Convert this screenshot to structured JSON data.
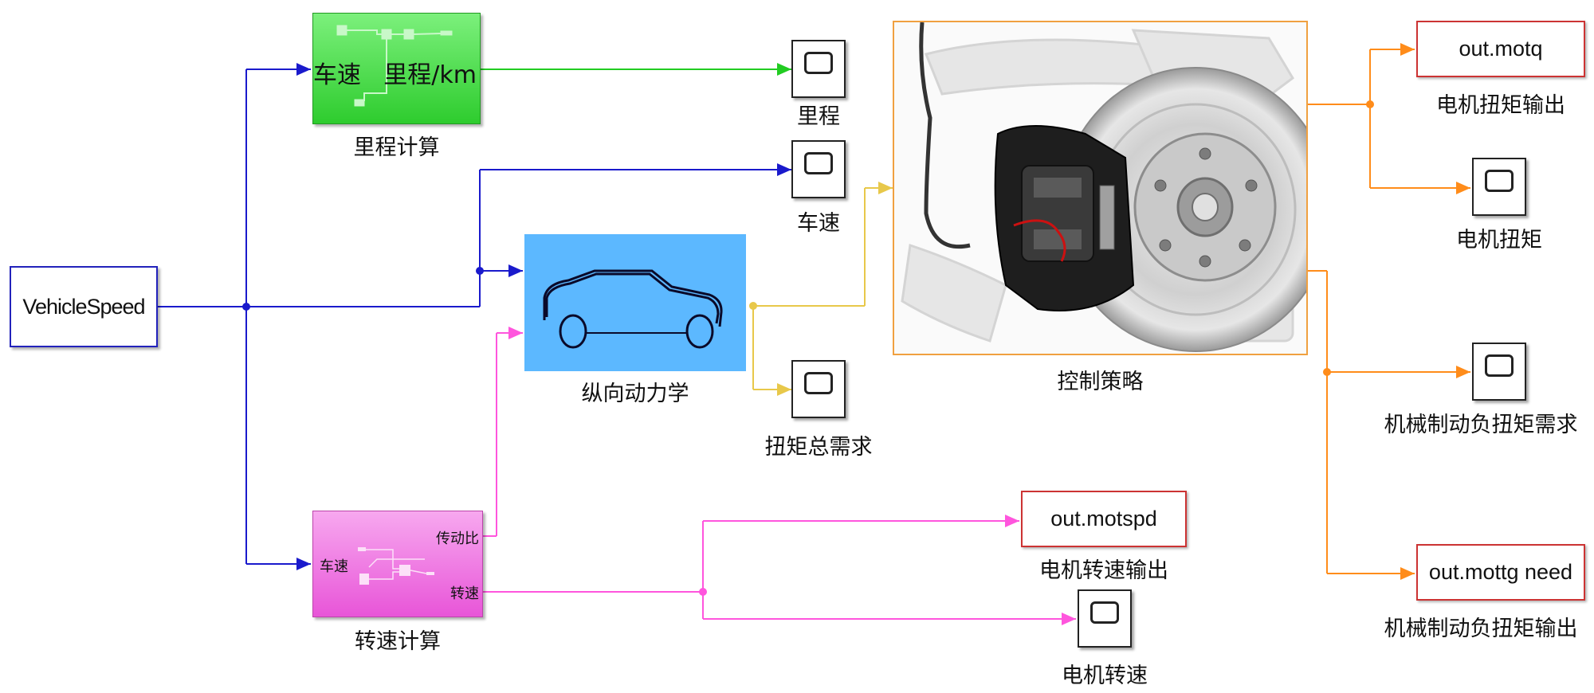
{
  "vehicle_speed": {
    "label": "VehicleSpeed"
  },
  "mileage_calc": {
    "port_in": "车速",
    "port_out": "里程/km",
    "name": "里程计算"
  },
  "scope_mileage": {
    "name": "里程"
  },
  "scope_speed": {
    "name": "车速"
  },
  "longitudinal": {
    "name": "纵向动力学"
  },
  "scope_torque_demand": {
    "name": "扭矩总需求"
  },
  "control_strategy": {
    "name": "控制策略"
  },
  "speed_calc": {
    "port_in": "车速",
    "port_ratio": "传动比",
    "port_out": "转速",
    "name": "转速计算"
  },
  "out_motq": {
    "label": "out.motq",
    "name": "电机扭矩输出"
  },
  "scope_motor_torque": {
    "name": "电机扭矩"
  },
  "scope_mech_brake": {
    "name": "机械制动负扭矩需求"
  },
  "out_mottg": {
    "label": "out.mottg need",
    "name": "机械制动负扭矩输出"
  },
  "out_motspd": {
    "label": "out.motspd",
    "name": "电机转速输出"
  },
  "scope_motor_speed": {
    "name": "电机转速"
  },
  "colors": {
    "blue_signal": "#1a1acc",
    "green_signal": "#22cc22",
    "yellow_signal": "#e8c84a",
    "pink_signal": "#ff55dd",
    "orange_signal": "#ff8c1a",
    "mileage_block": "#33dd33",
    "speed_block": "#ee66dd",
    "longitudinal_block": "#5cb8ff"
  }
}
